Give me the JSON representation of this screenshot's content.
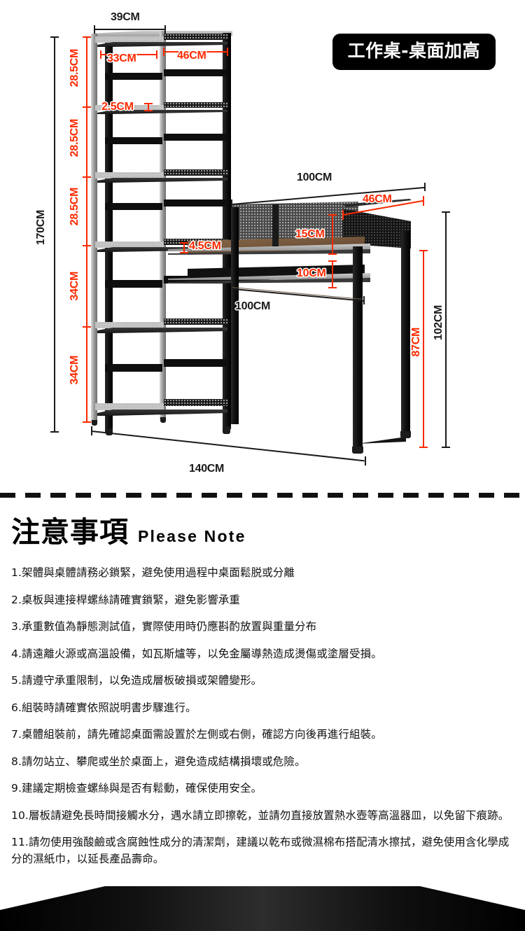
{
  "badge": {
    "label": "工作桌-桌面加高"
  },
  "diagram": {
    "dimensions": {
      "shelf_total_width": "39CM",
      "shelf_inner_left": "33CM",
      "shelf_inner_right": "46CM",
      "shelf_board_thickness": "2.5CM",
      "total_height": "170CM",
      "tier_1": "28.5CM",
      "tier_2": "28.5CM",
      "tier_3": "28.5CM",
      "tier_4": "34CM",
      "tier_5": "34CM",
      "desk_top_width": "100CM",
      "desk_depth": "46CM",
      "pegboard_height": "15CM",
      "desktop_thickness": "4.5CM",
      "lower_shelf_clearance": "10CM",
      "desk_inner_width": "100CM",
      "overall_width": "140CM",
      "desk_height": "87CM",
      "desk_overall_height": "102CM"
    }
  },
  "notes": {
    "title_cn": "注意事項",
    "title_en": "Please Note",
    "items": [
      "1.架體與桌體請務必鎖緊，避免使用過程中桌面鬆脱或分離",
      "2.桌板與連接桿螺絲請確實鎖緊，避免影響承重",
      "3.承重數值為靜態測試值，實際使用時仍應斟酌放置與重量分布",
      "4.請遠離火源或高溫設備，如瓦斯爐等，以免金屬導熱造成燙傷或塗層受損。",
      "5.請遵守承重限制，以免造成層板破損或架體變形。",
      "6.組裝時請確實依照説明書步驟進行。",
      "7.桌體組裝前，請先確認桌面需設置於左側或右側，確認方向後再進行組裝。",
      "8.請勿站立、攀爬或坐於桌面上，避免造成結構損壞或危險。",
      "9.建議定期檢查螺絲與是否有鬆動，確保使用安全。",
      "10.層板請避免長時間接觸水分，遇水請立即擦乾，並請勿直接放置熱水壺等高溫器皿，以免留下痕跡。",
      "11.請勿使用強酸鹼或含腐蝕性成分的清潔劑，建議以乾布或微濕棉布搭配清水擦拭，避免使用含化學成分的濕紙巾，以延長產品壽命。"
    ]
  },
  "colors": {
    "dimension_red": "#fa2a00",
    "dimension_black": "#1a1a1a",
    "badge_bg": "#000000",
    "wood": "#6f5238"
  }
}
